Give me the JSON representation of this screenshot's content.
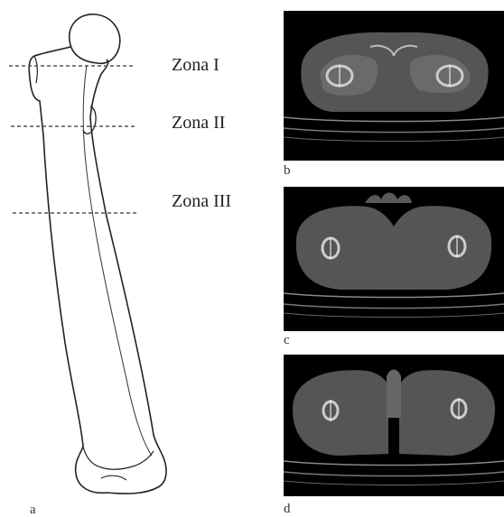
{
  "zones": {
    "zone1": "Zona I",
    "zone2": "Zona II",
    "zone3": "Zona III"
  },
  "panels": {
    "a": "a",
    "b": "b",
    "c": "c",
    "d": "d"
  }
}
